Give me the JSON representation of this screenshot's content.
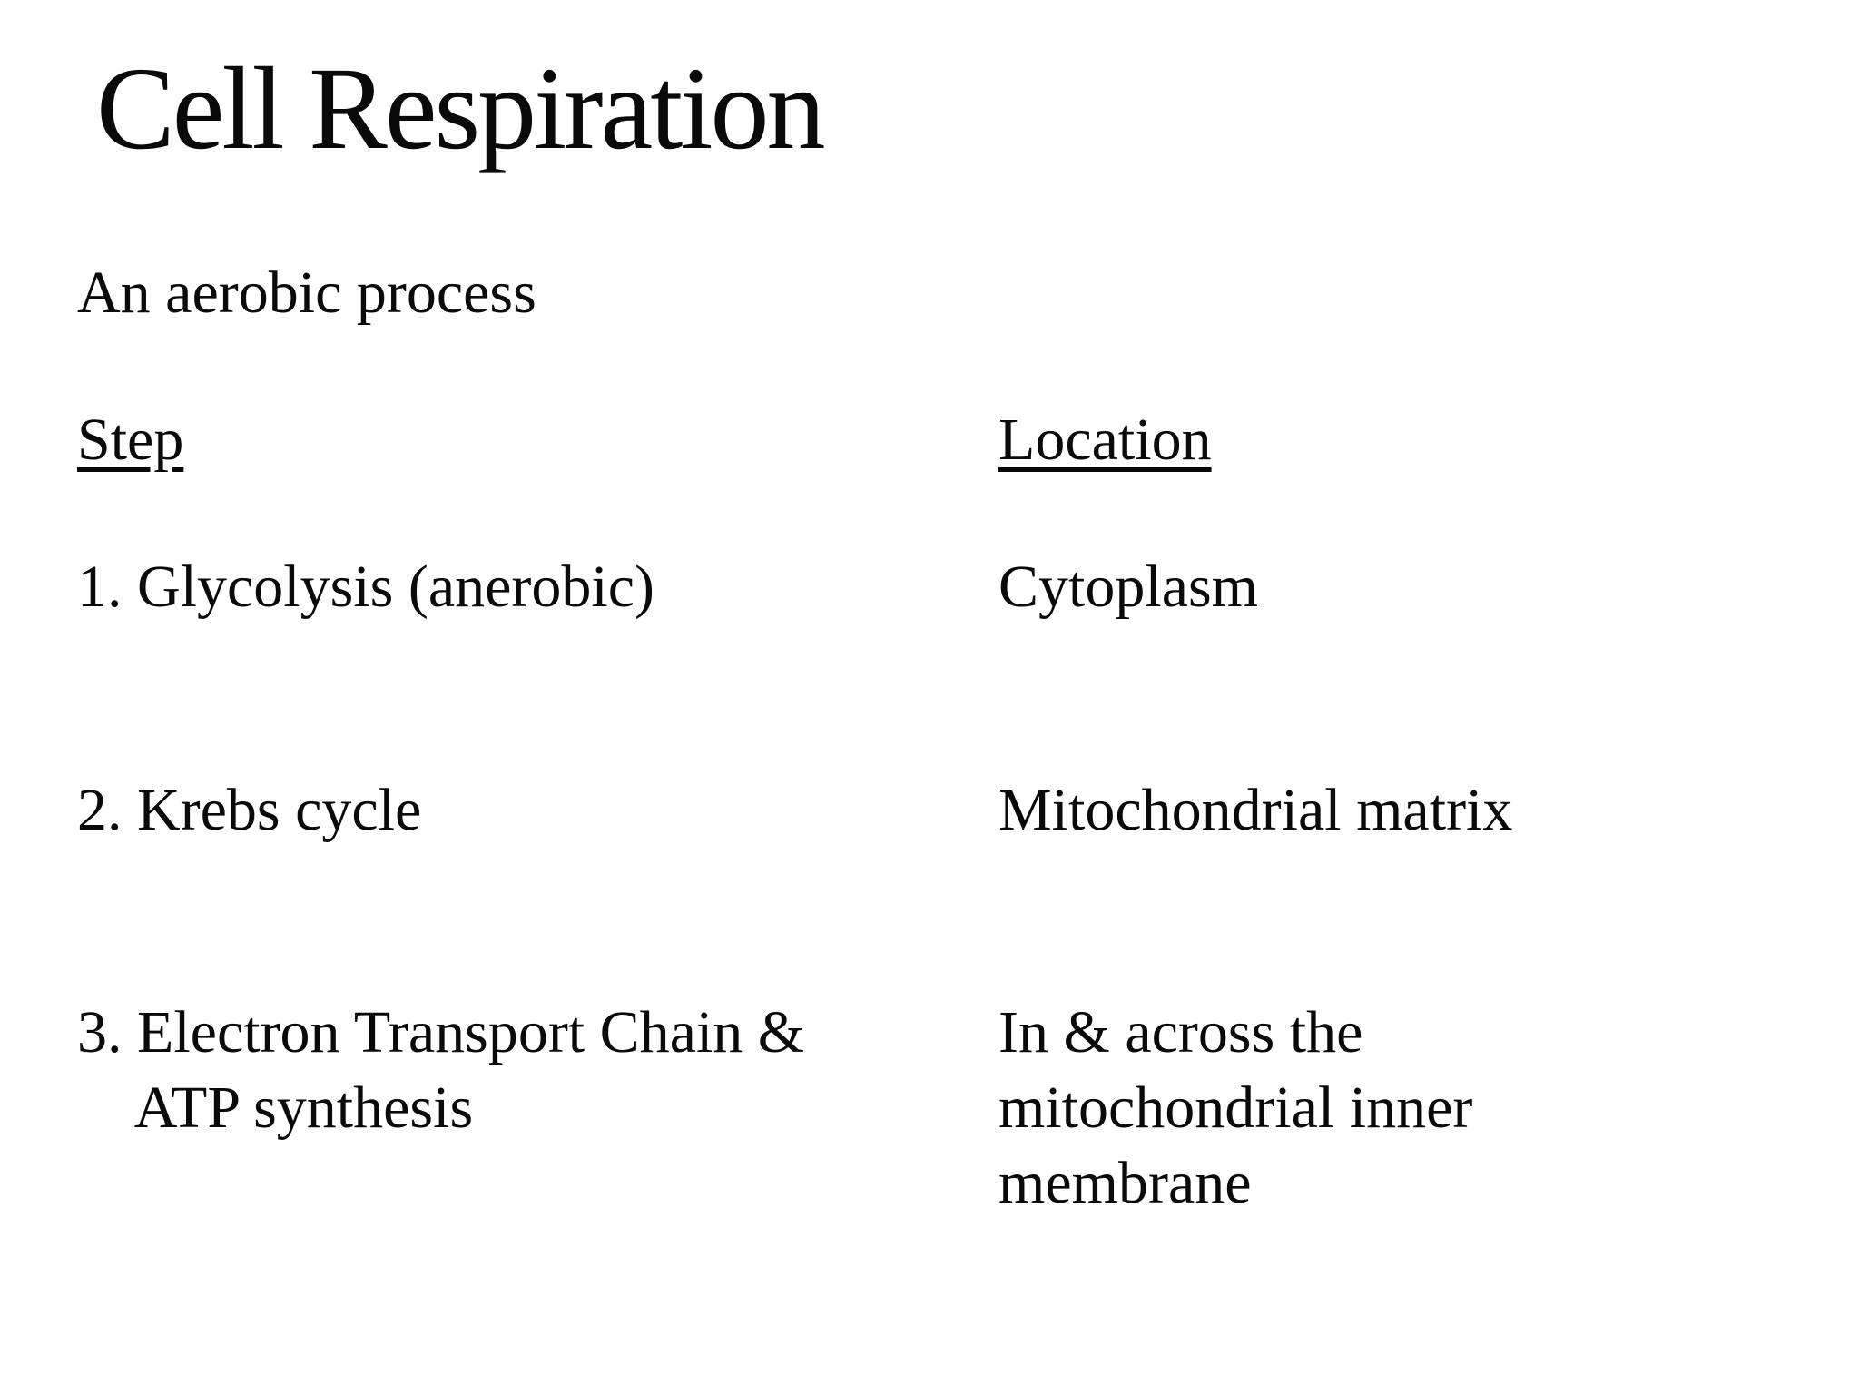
{
  "slide": {
    "title": "Cell Respiration",
    "subtitle": "An aerobic process",
    "columns": {
      "step_header": "Step",
      "location_header": "Location"
    },
    "rows": [
      {
        "step": "1. Glycolysis (anerobic)",
        "location": "Cytoplasm"
      },
      {
        "step": "2. Krebs cycle",
        "location": "Mitochondrial matrix"
      },
      {
        "step": "3. Electron Transport Chain &\nATP synthesis",
        "location": "In & across the\nmitochondrial inner\nmembrane"
      }
    ],
    "colors": {
      "background": "#fefefe",
      "text": "#0a0a0a"
    }
  }
}
